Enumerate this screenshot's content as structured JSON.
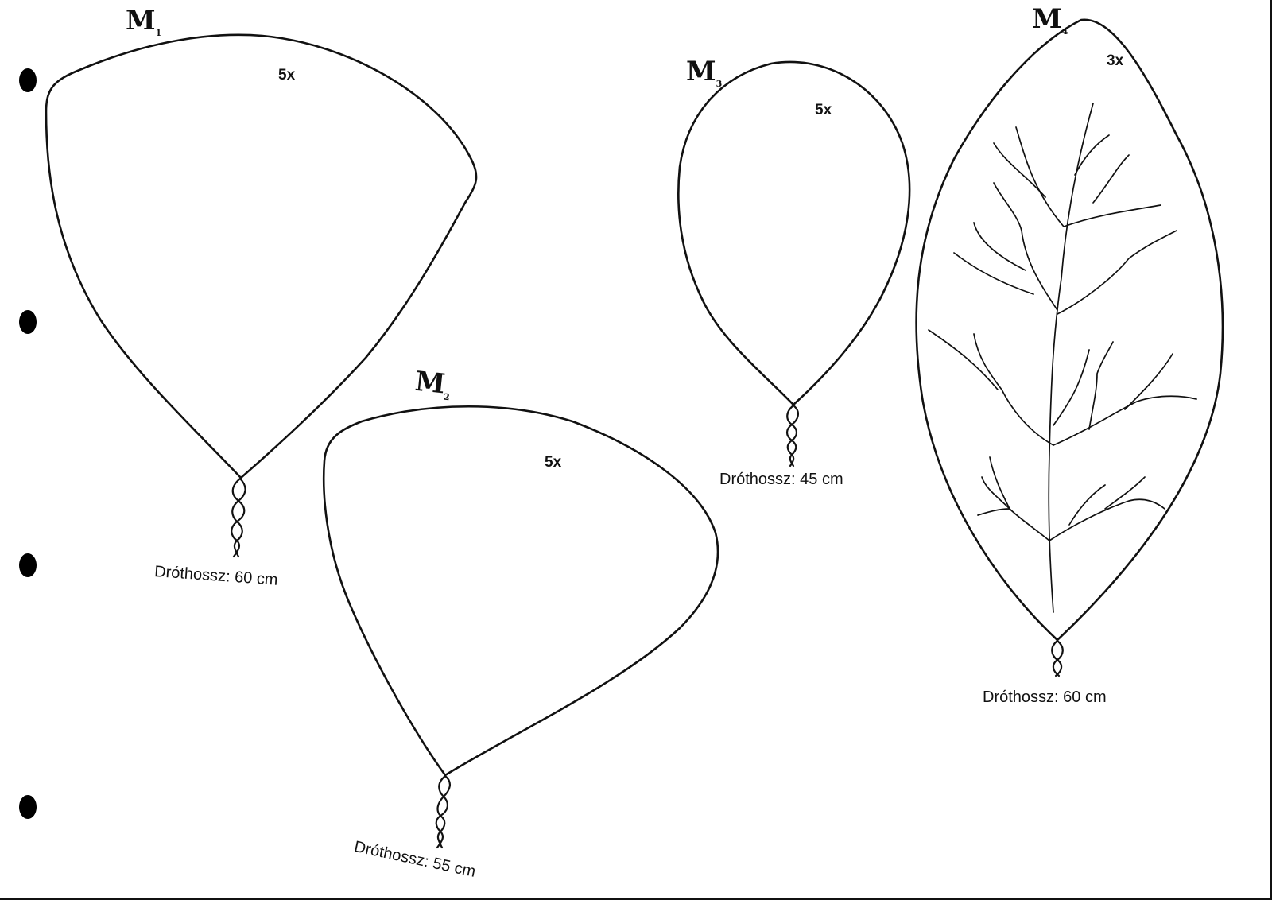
{
  "pieces": [
    {
      "code": "M",
      "index": "1",
      "count": "5x",
      "wire_length": "Dróthossz: 60 cm"
    },
    {
      "code": "M",
      "index": "2",
      "count": "5x",
      "wire_length": "Dróthossz: 55 cm"
    },
    {
      "code": "M",
      "index": "3",
      "count": "5x",
      "wire_length": "Dróthossz: 45 cm"
    },
    {
      "code": "M",
      "index": "4",
      "count": "3x",
      "wire_length": "Dróthossz: 60 cm"
    }
  ],
  "binder_holes": 4,
  "colors": {
    "ink": "#111111",
    "paper": "#ffffff"
  }
}
